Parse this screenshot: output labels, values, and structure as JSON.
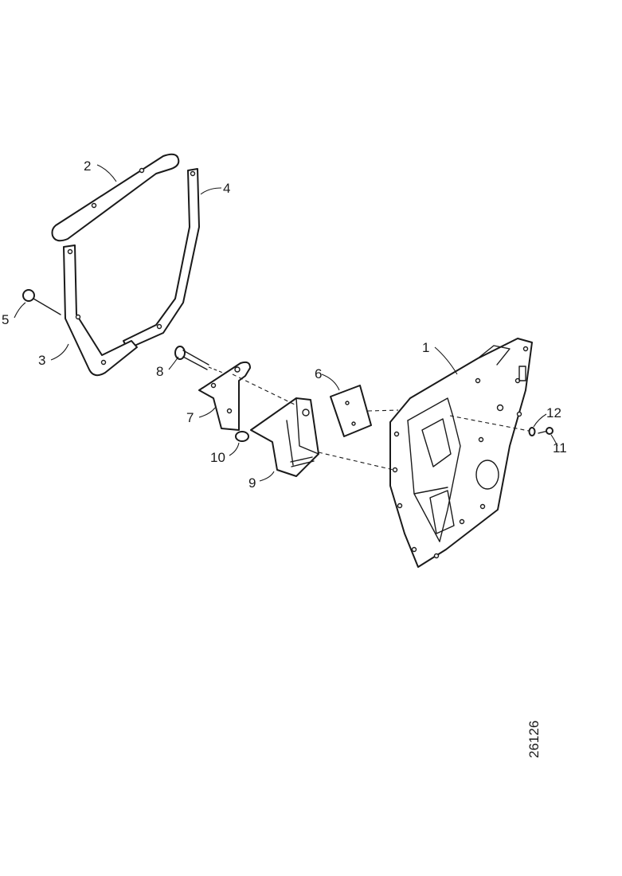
{
  "callouts": {
    "c1": "1",
    "c2": "2",
    "c3": "3",
    "c4": "4",
    "c5": "5",
    "c6": "6",
    "c7": "7",
    "c8": "8",
    "c9": "9",
    "c10": "10",
    "c11": "11",
    "c12": "12"
  },
  "drawing_number": "26126",
  "colors": {
    "line": "#1a1a1a",
    "background": "#ffffff"
  }
}
